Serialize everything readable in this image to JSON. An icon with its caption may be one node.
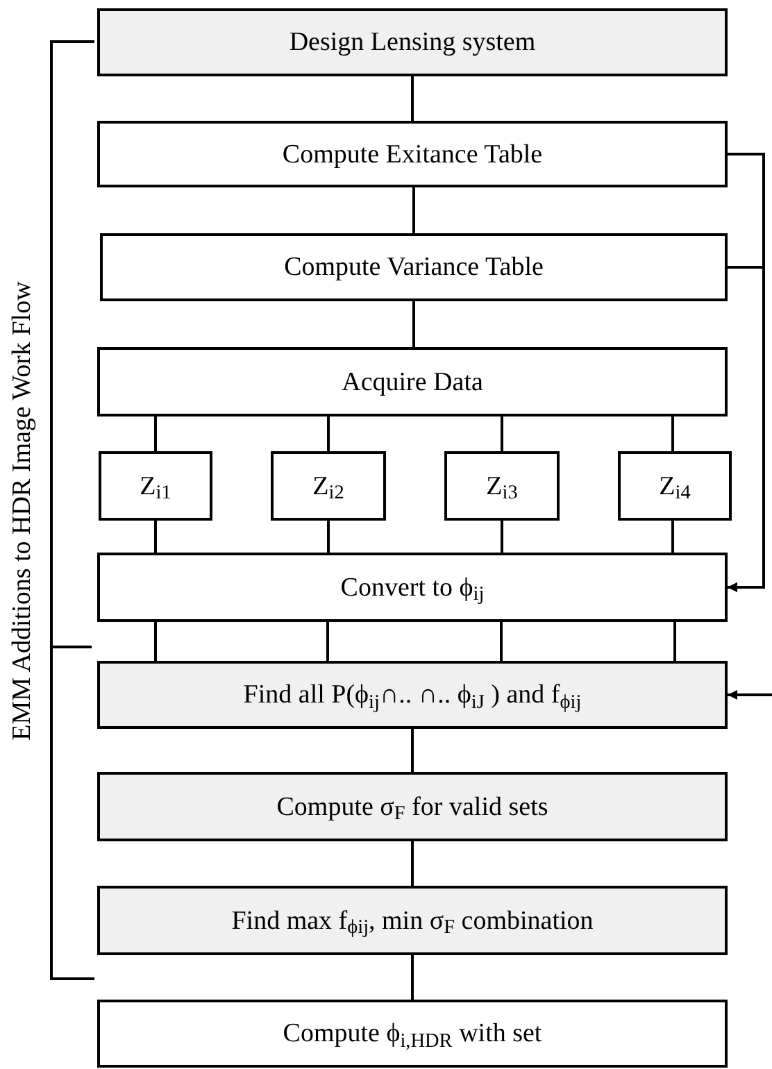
{
  "diagram": {
    "nodes": [
      {
        "text": [
          "Design Lensing system"
        ]
      },
      {
        "text": [
          "Compute Exitance Table"
        ]
      },
      {
        "text": [
          "Compute Variance Table"
        ]
      },
      {
        "text": [
          "Acquire Data"
        ]
      },
      {
        "text": [
          "Z$_{i1}$"
        ]
      },
      {
        "text": [
          "Z$_{i2}$"
        ]
      },
      {
        "text": [
          "Z$_{i3}$"
        ]
      },
      {
        "text": [
          "Z$_{i4}$"
        ]
      },
      {
        "text": [
          "Convert to ϕ$_{ij}$"
        ]
      },
      {
        "text": [
          "Find all P(ϕ$_{ij}$∩.. ∩.. ϕ$_{iJ}$ ) and f$_{ϕij}$"
        ]
      },
      {
        "text": [
          "Compute σ$_{F}$ for valid sets"
        ]
      },
      {
        "text": [
          "Find max f$_{ϕij}$, min σ$_{F}$ combination"
        ]
      },
      {
        "text": [
          "Compute ϕ$_{i,HDR}$ with set"
        ]
      }
    ],
    "edges": [
      {
        "from": 0,
        "to": 1,
        "arrow": "none"
      },
      {
        "from": 1,
        "to": 2,
        "arrow": "none"
      },
      {
        "from": 2,
        "to": 3,
        "arrow": "none"
      },
      {
        "from": 3,
        "to": 4,
        "arrow": "none"
      },
      {
        "from": 3,
        "to": 5,
        "arrow": "none"
      },
      {
        "from": 3,
        "to": 6,
        "arrow": "none"
      },
      {
        "from": 3,
        "to": 7,
        "arrow": "none"
      },
      {
        "from": 4,
        "to": 8,
        "arrow": "none"
      },
      {
        "from": 5,
        "to": 8,
        "arrow": "none"
      },
      {
        "from": 6,
        "to": 8,
        "arrow": "none"
      },
      {
        "from": 7,
        "to": 8,
        "arrow": "none"
      },
      {
        "from": 8,
        "to": 9,
        "arrow": "none"
      },
      {
        "from": 8,
        "to": 9,
        "arrow": "none"
      },
      {
        "from": 8,
        "to": 9,
        "arrow": "none"
      },
      {
        "from": 8,
        "to": 9,
        "arrow": "none"
      },
      {
        "from": 9,
        "to": 10,
        "arrow": "none"
      },
      {
        "from": 10,
        "to": 11,
        "arrow": "none"
      },
      {
        "from": 11,
        "to": 12,
        "arrow": "none"
      },
      {
        "from": 1,
        "to": 8,
        "arrow": "to"
      },
      {
        "from": 2,
        "to": 8,
        "arrow": "to"
      },
      {
        "from": null,
        "to": 9,
        "arrow": "to"
      }
    ],
    "labels": [
      "EMM Additions to HDR Image Work Flow"
    ]
  }
}
